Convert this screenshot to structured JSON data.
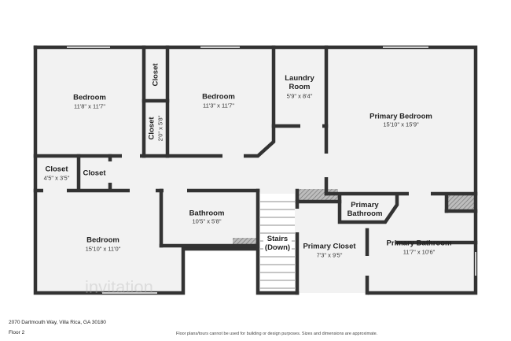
{
  "plan": {
    "rooms": [
      {
        "id": "bedroom-1",
        "name": "Bedroom",
        "dim": "11'8\" x 11'7\""
      },
      {
        "id": "closet-a",
        "name": "Closet"
      },
      {
        "id": "bedroom-2",
        "name": "Bedroom",
        "dim": "11'3\" x 11'7\""
      },
      {
        "id": "closet-b",
        "name": "Closet",
        "dim": "2'0\" x 5'8\""
      },
      {
        "id": "laundry",
        "name": "Laundry\nRoom",
        "dim": "5'9\" x 8'4\""
      },
      {
        "id": "primary-bedroom",
        "name": "Primary Bedroom",
        "dim": "15'10\" x 15'9\""
      },
      {
        "id": "closet-c",
        "name": "Closet",
        "dim": "4'5\" x 3'5\""
      },
      {
        "id": "closet-d",
        "name": "Closet"
      },
      {
        "id": "bathroom",
        "name": "Bathroom",
        "dim": "10'5\" x 5'8\""
      },
      {
        "id": "primary-bathroom-small",
        "name": "Primary\nBathroom"
      },
      {
        "id": "bedroom-3",
        "name": "Bedroom",
        "dim": "15'10\" x 11'0\""
      },
      {
        "id": "stairs",
        "name": "Stairs\n(Down)"
      },
      {
        "id": "primary-closet",
        "name": "Primary Closet",
        "dim": "7'3\" x 9'5\""
      },
      {
        "id": "primary-bathroom",
        "name": "Primary Bathroom",
        "dim": "11'7\" x 10'6\""
      }
    ]
  },
  "footer": {
    "address": "2070 Dartmouth Way, Villa Rica, GA 30180",
    "floor": "Floor 2",
    "disclaimer": "Floor plans/tours cannot be used for building or design purposes. Sizes and dimensions are approximate."
  },
  "watermark": "invitation"
}
